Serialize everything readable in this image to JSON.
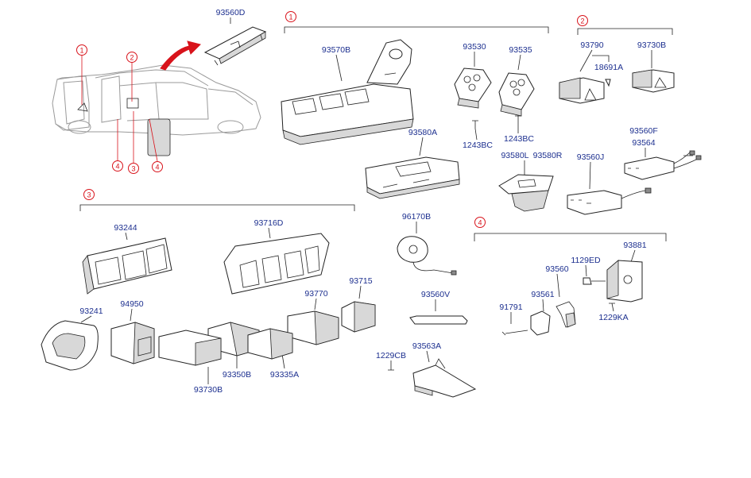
{
  "callouts": [
    "1",
    "2",
    "3",
    "4"
  ],
  "parts": {
    "p93560D": "93560D",
    "p93570B": "93570B",
    "p93530": "93530",
    "p93535": "93535",
    "p1243BC_a": "1243BC",
    "p1243BC_b": "1243BC",
    "p93580A": "93580A",
    "p93580L": "93580L",
    "p93580R": "93580R",
    "p93790": "93790",
    "p18691A": "18691A",
    "p93730B_top": "93730B",
    "p93560F": "93560F",
    "p93564": "93564",
    "p93560J": "93560J",
    "p93244": "93244",
    "p93716D": "93716D",
    "p93715": "93715",
    "p93770": "93770",
    "p93241": "93241",
    "p94950": "94950",
    "p93350B": "93350B",
    "p93335A": "93335A",
    "p93730B_bot": "93730B",
    "p96170B": "96170B",
    "p93560V": "93560V",
    "p1229CB": "1229CB",
    "p93563A": "93563A",
    "p93881": "93881",
    "p1129ED": "1129ED",
    "p93560": "93560",
    "p93561": "93561",
    "p91791": "91791",
    "p1229KA": "1229KA"
  },
  "colors": {
    "part_number": "#1c2f8f",
    "callout": "#d8131b",
    "line": "#222222"
  }
}
